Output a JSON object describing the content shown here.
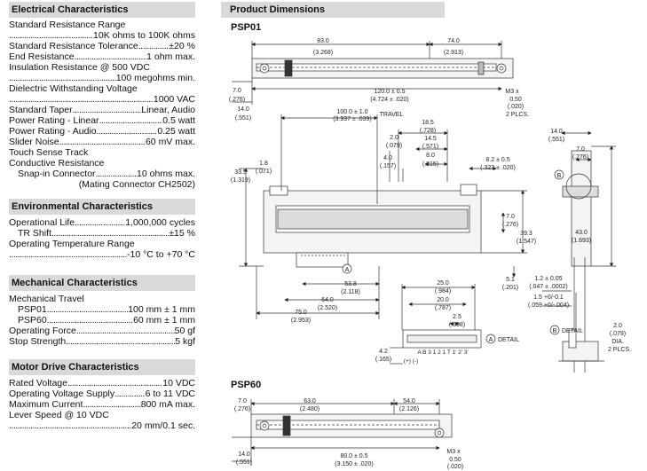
{
  "left": {
    "electrical": {
      "title": "Electrical Characteristics",
      "l1": "Standard Resistance Range",
      "l1v": "10K ohms to 100K ohms",
      "l2": "Standard Resistance Tolerance",
      "l2v": "±20 %",
      "l3": "End Resistance",
      "l3v": "1 ohm max.",
      "l4": "Insulation Resistance @ 500 VDC",
      "l4v": "100 megohms min.",
      "l5": "Dielectric Withstanding Voltage",
      "l5v": "1000 VAC",
      "l6": "Standard Taper",
      "l6v": "Linear, Audio",
      "l7": "Power Rating - Linear",
      "l7v": "0.5 watt",
      "l8": "Power Rating - Audio",
      "l8v": "0.25 watt",
      "l9": "Slider Noise",
      "l9v": "60 mV max.",
      "l10": "Touch Sense Track",
      "l11": "Conductive Resistance",
      "l12": "Snap-in Connector",
      "l12v": "10 ohms max.",
      "l13": "(Mating Connector CH2502)"
    },
    "environmental": {
      "title": "Environmental Characteristics",
      "l1": "Operational Life",
      "l1v": "1,000,000 cycles",
      "l2": "TR Shift",
      "l2v": "±15 %",
      "l3": "Operating Temperature Range",
      "l3v": "-10 °C to +70 °C"
    },
    "mechanical": {
      "title": "Mechanical Characteristics",
      "l1": "Mechanical Travel",
      "l2": "PSP01",
      "l2v": "100 mm ± 1 mm",
      "l3": "PSP60",
      "l3v": "60 mm ± 1 mm",
      "l4": "Operating Force",
      "l4v": "50 gf",
      "l5": "Stop Strength",
      "l5v": "5 kgf"
    },
    "motor": {
      "title": "Motor Drive Characteristics",
      "l1": "Rated Voltage",
      "l1v": "10 VDC",
      "l2": "Operating Voltage Supply",
      "l2v": "6 to 11 VDC",
      "l3": "Maximum Current",
      "l3v": "800 mA max.",
      "l4": "Lever Speed @ 10 VDC",
      "l4v": "20 mm/0.1 sec."
    }
  },
  "right": {
    "title": "Product Dimensions",
    "psp01": "PSP01",
    "psp60": "PSP60",
    "d": {
      "a1": "83.0",
      "a1i": "(3.268)",
      "a2": "74.0",
      "a2i": "(2.913)",
      "a3": "7.0",
      "a3i": "(.276)",
      "a4": "14.0",
      "a4i": "(.551)",
      "a5": "120.0 ± 0.5",
      "a5i": "(4.724 ± .020)",
      "a6": "M3 x",
      "a6b": "0.50",
      "a6c": "(.020)",
      "a6d": "2 PLCS.",
      "b1": "100.0 ± 1.0",
      "b1i": "(3.937 ± .039)",
      "b1t": "TRAVEL",
      "b2": "18.5",
      "b2i": "(.728)",
      "b3": "2.0",
      "b3i": "(.079)",
      "b4": "14.5",
      "b4i": "(.571)",
      "b5": "8.0",
      "b5i": "(.315)",
      "b6": "4.0",
      "b6i": "(.157)",
      "b7": "8.2 ± 0.5",
      "b7i": "(.323 ± .020)",
      "b8": "33.5",
      "b8i": "(1.319)",
      "b9": "1.8",
      "b9i": "(.071)",
      "b10": "7.0",
      "b10i": "(.276)",
      "b11": "39.3",
      "b11i": "(1.547)",
      "b12": "53.8",
      "b12i": "(2.118)",
      "b13": "64.0",
      "b13i": "(2.520)",
      "b14": "75.0",
      "b14i": "(2.953)",
      "b15": "5.1",
      "b15i": "(.201)",
      "s1": "14.0",
      "s1i": "(.551)",
      "s2": "7.0",
      "s2i": "(.276)",
      "s3": "43.0",
      "s3i": "(1.693)",
      "s4": "1.2 ± 0.05",
      "s4i": "(.047 ± .0002)",
      "s5": "1.5 +0/-0.1",
      "s5i": "(.059 +0/-.004)",
      "s6": "2.0",
      "s6i": "(.079)",
      "s6d": "DIA.",
      "s6p": "2 PLCS.",
      "c1": "25.0",
      "c1i": "(.984)",
      "c2": "20.0",
      "c2i": "(.787)",
      "c3": "2.5",
      "c3i": "(.098)",
      "c4": "4.2",
      "c4i": "(.165)",
      "pins": "A  B  3  1  2  1  T  1'  2'  3'",
      "pol": "(+) (-)",
      "detA": "DETAIL",
      "detB": "DETAIL",
      "lblA": "A",
      "lblB": "B",
      "e1": "7.0",
      "e1i": "(.276)",
      "e2": "63.0",
      "e2i": "(2.480)",
      "e3": "54.0",
      "e3i": "(2.126)",
      "e4": "14.0",
      "e4i": "(.551)",
      "e5": "80.0 ± 0.5",
      "e5i": "(3.150 ± .020)",
      "e6": "M3 x",
      "e6b": "0.50",
      "e6c": "(.020)"
    }
  }
}
